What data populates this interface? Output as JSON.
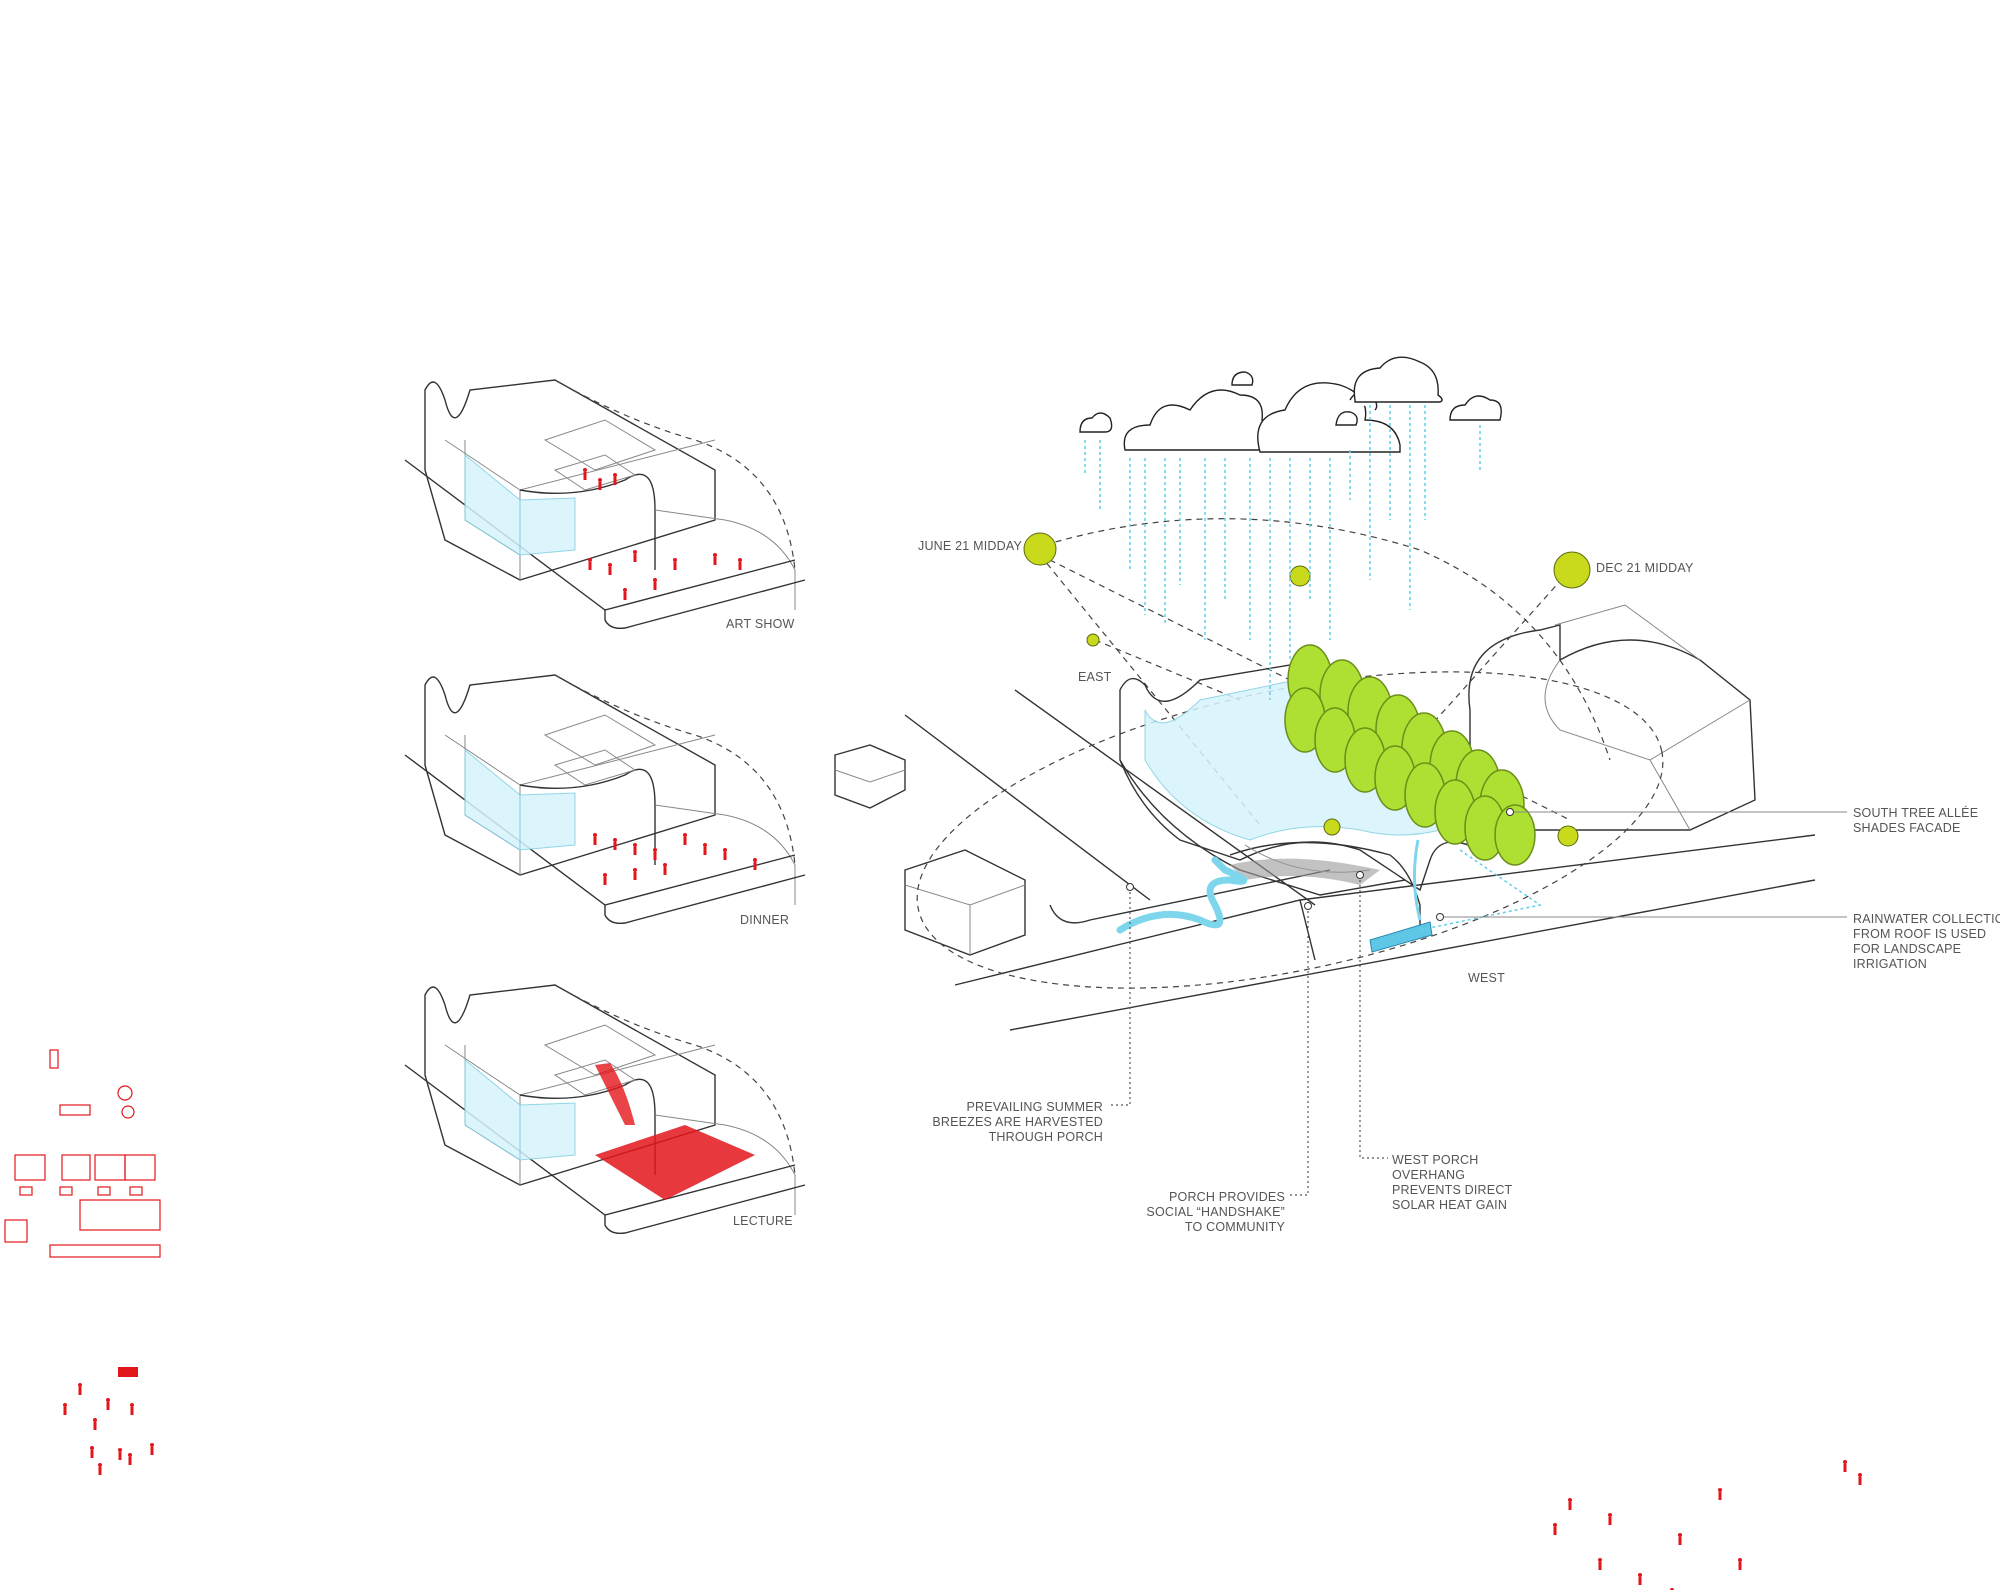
{
  "vignettes": [
    {
      "label": "ART SHOW"
    },
    {
      "label": "DINNER"
    },
    {
      "label": "LECTURE"
    }
  ],
  "sun_labels": {
    "june": "JUNE 21 MIDDAY",
    "dec": "DEC 21 MIDDAY",
    "east": "EAST",
    "west": "WEST"
  },
  "annotations": {
    "trees": "SOUTH TREE ALLÉE\nSHADES FACADE",
    "rainwater": "RAINWATER COLLECTION\nFROM ROOF IS USED\nFOR LANDSCAPE\nIRRIGATION",
    "breezes": "PREVAILING SUMMER\nBREEZES ARE HARVESTED\nTHROUGH PORCH",
    "porch": "PORCH PROVIDES\nSOCIAL “HANDSHAKE”\nTO COMMUNITY",
    "overhang": "WEST PORCH\nOVERHANG\nPREVENTS DIRECT\nSOLAR HEAT GAIN"
  },
  "colors": {
    "sun": "#c9d91c",
    "trees": "#aee033",
    "rain": "#5fd0e8",
    "people": "#e3161b",
    "glass": "#d6f3fb"
  }
}
